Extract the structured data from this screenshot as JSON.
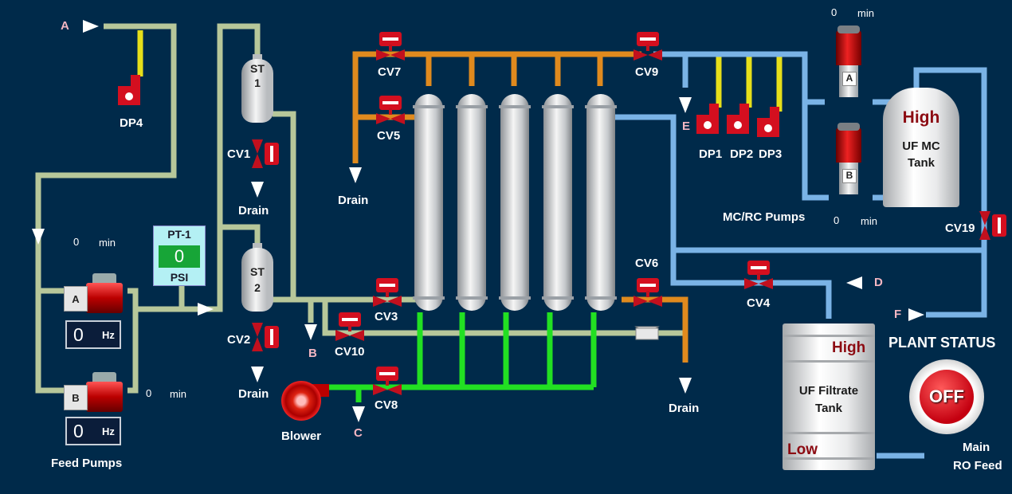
{
  "labels": {
    "dp4": "DP4",
    "dp1": "DP1",
    "dp2": "DP2",
    "dp3": "DP3",
    "cv1": "CV1",
    "cv2": "CV2",
    "cv3": "CV3",
    "cv4": "CV4",
    "cv5": "CV5",
    "cv6": "CV6",
    "cv7": "CV7",
    "cv8": "CV8",
    "cv9": "CV9",
    "cv10": "CV10",
    "cv19": "CV19",
    "drain": "Drain",
    "blower": "Blower",
    "feed_pumps": "Feed Pumps",
    "mc_rc_pumps": "MC/RC Pumps",
    "plant_status": "PLANT STATUS",
    "main_ro_feed_1": "Main",
    "main_ro_feed_2": "RO Feed",
    "st1_a": "ST",
    "st1_b": "1",
    "st2_a": "ST",
    "st2_b": "2"
  },
  "connectors": {
    "a": "A",
    "b": "B",
    "c": "C",
    "d": "D",
    "e": "E",
    "f": "F"
  },
  "feed_pumps": {
    "pump_a": {
      "letter": "A",
      "runtime": "0",
      "runtime_unit": "min",
      "freq": "0",
      "freq_unit": "Hz"
    },
    "pump_b": {
      "letter": "B",
      "runtime": "0",
      "runtime_unit": "min",
      "freq": "0",
      "freq_unit": "Hz"
    }
  },
  "mc_pumps": {
    "pump_a": {
      "letter": "A",
      "runtime": "0",
      "runtime_unit": "min"
    },
    "pump_b": {
      "letter": "B",
      "runtime": "0",
      "runtime_unit": "min"
    }
  },
  "pt1": {
    "title": "PT-1",
    "value": "0",
    "unit": "PSI"
  },
  "uf_mc_tank": {
    "level": "High",
    "name1": "UF MC",
    "name2": "Tank"
  },
  "uf_filtrate_tank": {
    "high": "High",
    "low": "Low",
    "name1": "UF Filtrate",
    "name2": "Tank"
  },
  "plant": {
    "button": "OFF"
  },
  "colors": {
    "bg": "#002a4a",
    "feed_pipe": "#b7c79a",
    "orange_pipe": "#e08a1e",
    "blue_pipe": "#7ab3e6",
    "green_pipe": "#22e022",
    "valve_red": "#d40f1f"
  }
}
